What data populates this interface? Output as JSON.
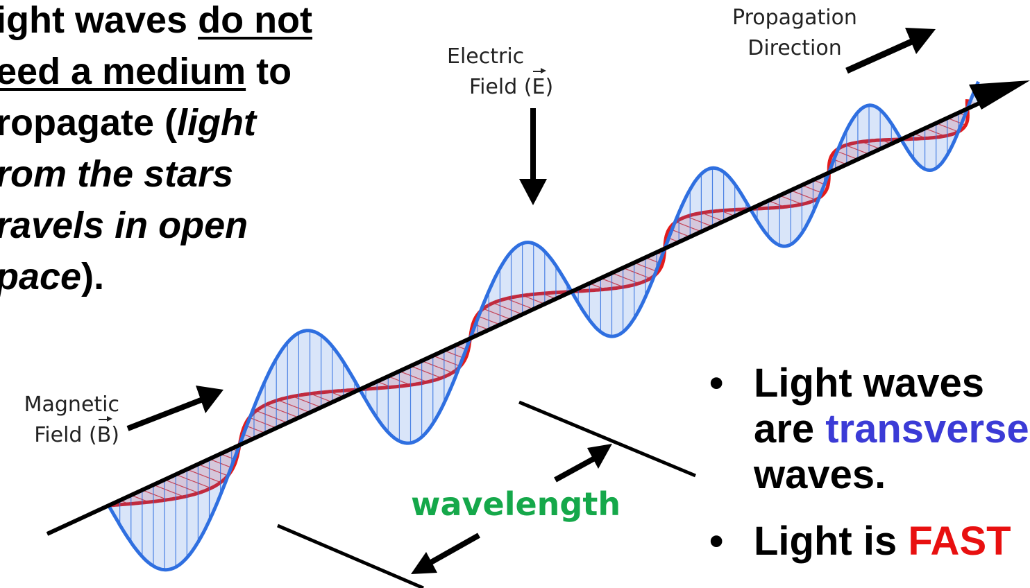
{
  "intro": {
    "l1a": "ight waves ",
    "l1u": "do not",
    "l2u": "eed a medium",
    "l2b": " to",
    "l3a": "ropagate (",
    "l3i": "light",
    "l4i": "rom the stars",
    "l5i": "ravels in open",
    "l6i": "pace",
    "l6b": ")."
  },
  "labels": {
    "electric_1": "Electric",
    "electric_2": "Field (",
    "electric_sym": "E",
    "electric_close": ")",
    "magnetic_1": "Magnetic",
    "magnetic_2": "Field (",
    "magnetic_sym": "B",
    "magnetic_close": ")",
    "prop_1": "Propagation",
    "prop_2": "Direction",
    "wavelength": "wavelength"
  },
  "bullets": {
    "dot": "•",
    "b1_l1": "Light waves",
    "b1_l2a": "are ",
    "b1_l2b": "transverse",
    "b1_l3": "waves.",
    "b2_a": "Light is ",
    "b2_b": "FAST"
  },
  "colors": {
    "electric": "#2f6fe0",
    "magnetic": "#e21c1c",
    "transverse": "#3b3bd6",
    "fast": "#e81010",
    "wavelength": "#15a84a"
  }
}
